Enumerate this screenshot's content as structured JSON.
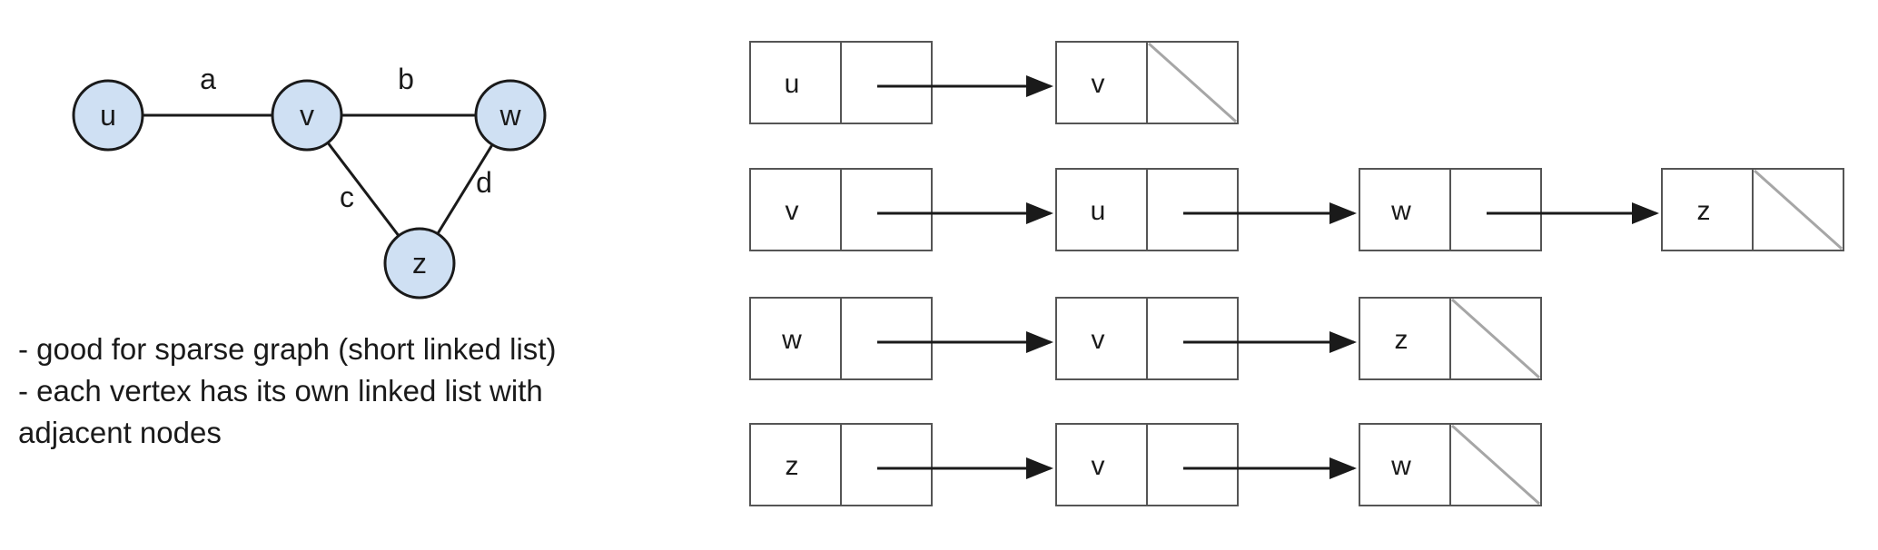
{
  "graph": {
    "vertices": [
      {
        "id": "u",
        "label": "u"
      },
      {
        "id": "v",
        "label": "v"
      },
      {
        "id": "w",
        "label": "w"
      },
      {
        "id": "z",
        "label": "z"
      }
    ],
    "edges": [
      {
        "id": "a",
        "label": "a",
        "from": "u",
        "to": "v"
      },
      {
        "id": "b",
        "label": "b",
        "from": "v",
        "to": "w"
      },
      {
        "id": "c",
        "label": "c",
        "from": "v",
        "to": "z"
      },
      {
        "id": "d",
        "label": "d",
        "from": "w",
        "to": "z"
      }
    ]
  },
  "notes": {
    "line1": "- good for sparse graph (short linked list)",
    "line2": "- each vertex has its own linked list with",
    "line3": "adjacent nodes"
  },
  "adjacency_list": [
    {
      "head": "u",
      "nodes": [
        "v"
      ]
    },
    {
      "head": "v",
      "nodes": [
        "u",
        "w",
        "z"
      ]
    },
    {
      "head": "w",
      "nodes": [
        "v",
        "z"
      ]
    },
    {
      "head": "z",
      "nodes": [
        "v",
        "w"
      ]
    }
  ],
  "colors": {
    "vertex_fill": "#cfe0f3",
    "stroke": "#1a1a1a",
    "box_border": "#555555",
    "null_slash": "#a6a6a6"
  }
}
